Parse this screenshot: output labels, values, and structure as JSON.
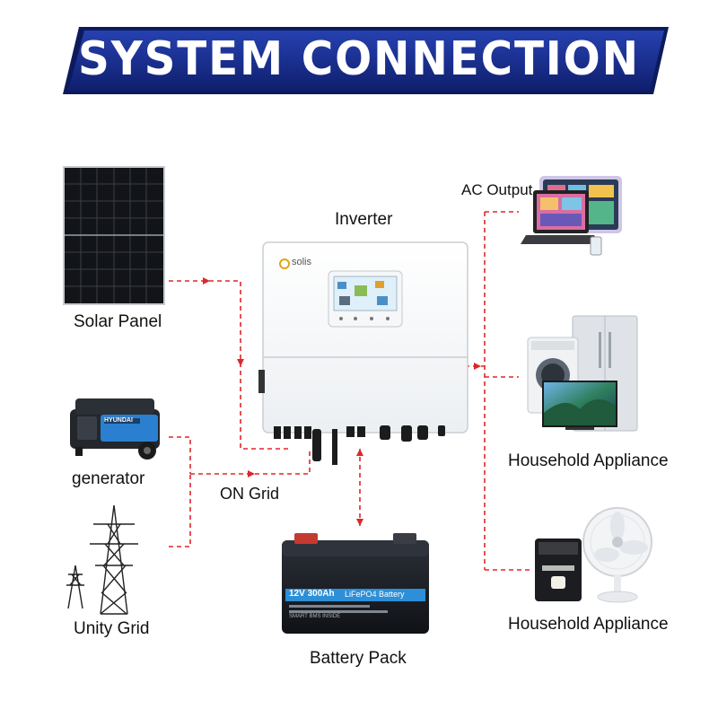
{
  "header": {
    "title": "SYSTEM CONNECTION"
  },
  "labels": {
    "solar_panel": "Solar Panel",
    "inverter": "Inverter",
    "ac_output": "AC Output",
    "generator": "generator",
    "on_grid": "ON Grid",
    "utility_grid": "Unity Grid",
    "battery_pack": "Battery Pack",
    "household_appliance_1": "Household Appliance",
    "household_appliance_2": "Household Appliance"
  },
  "inverter": {
    "brand": "solis"
  },
  "generator": {
    "brand": "HYUNDAI"
  },
  "battery": {
    "model": "12V 300Ah",
    "chemistry": "LiFePO4 Battery",
    "subtext": "SMART BMS INSIDE"
  },
  "colors": {
    "banner_blue": "#1a2f8f",
    "banner_dark": "#0d1a5c",
    "connector_red": "#e0262a"
  }
}
